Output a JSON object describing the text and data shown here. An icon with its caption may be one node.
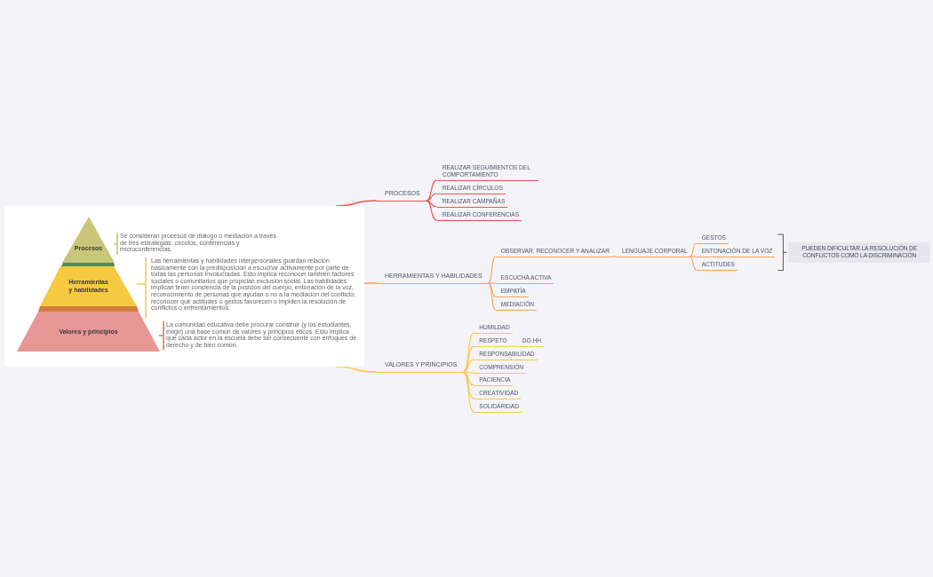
{
  "diagram": {
    "nodes": [
      {
        "text": [],
        "shape": "box"
      },
      {
        "text": [
          "Procesos"
        ],
        "in": 0,
        "beside": [
          "Se consideran procesos de diálogo o mediación a través de tres estrategias: círculos, conferencias y microconferencias."
        ]
      },
      {
        "text": [
          "Herramientas y habilidades"
        ],
        "in": 0
      },
      {
        "text": [
          "Valores y principios"
        ],
        "in": 0,
        "beside": [
          "La comunidad educativa debe procurar construir (y los estudiantes, exigir) una base común de valores y principios éticos. Esto implica que cada actor en la escuela debe ser consecuente con enfoques de derecho y de bien común."
        ]
      },
      {
        "text": [
          "PROCESOS"
        ]
      },
      {
        "text": [
          "REALIZAR SEGUIMIENTOS DEL COMPORTAMIENTO"
        ]
      },
      {
        "text": [
          "REALIZAR CÍRCULOS"
        ]
      },
      {
        "text": [
          "REALIZAR CAMPAÑAS"
        ]
      },
      {
        "text": [
          "REALIZAR CONFERENCIAS"
        ]
      },
      {
        "text": [
          "HERRAMIENTAS Y HABILIDADES"
        ]
      },
      {
        "text": [
          "OBSERVAR, RECONOCER Y ANALIZAR"
        ]
      },
      {
        "text": [
          "LENGUAJE CORPORAL"
        ]
      },
      {
        "text": [
          "GESTOS"
        ]
      },
      {
        "text": [
          "ENTONACIÓN DE LA VOZ"
        ]
      },
      {
        "text": [
          "ACTITUDES"
        ]
      },
      {
        "text": [
          "PUEDEN DIFICULTAR LA RESOLUCIÓN DE CONFLICTOS COMO LA DISCRIMINACIÓN"
        ]
      },
      {
        "text": [
          "ESCUCHA ACTIVA"
        ]
      },
      {
        "text": [
          "EMPATÍA"
        ]
      },
      {
        "text": [
          "MEDIACIÓN"
        ]
      },
      {
        "text": [
          "VALORES Y PRINCIPIOS"
        ]
      },
      {
        "text": [
          "HUMILDAD"
        ]
      },
      {
        "text": [
          "RESPETO"
        ]
      },
      {
        "text": [
          "DO.HH"
        ]
      },
      {
        "text": [
          "RESPONSABILIDAD"
        ]
      },
      {
        "text": [
          "COMPRENSIÓN"
        ]
      },
      {
        "text": [
          "PACIENCIA"
        ]
      },
      {
        "text": [
          "CREATIVIDAD"
        ]
      },
      {
        "text": [
          "SOLIDARIDAD"
        ]
      }
    ],
    "edges": [
      {
        "from": 0,
        "to": 4,
        "arrow": "none",
        "color": "#f0524b"
      },
      {
        "from": 4,
        "to": 5,
        "arrow": "none",
        "color": "#f0524b"
      },
      {
        "from": 4,
        "to": 6,
        "arrow": "none",
        "color": "#f0524b"
      },
      {
        "from": 4,
        "to": 7,
        "arrow": "none",
        "color": "#f0524b"
      },
      {
        "from": 4,
        "to": 8,
        "arrow": "none",
        "color": "#f0524b"
      },
      {
        "from": 0,
        "to": 9,
        "arrow": "none",
        "color": "#f7a254"
      },
      {
        "from": 9,
        "to": 10,
        "arrow": "none",
        "color": "#f7a254"
      },
      {
        "from": 10,
        "to": 11,
        "arrow": "none",
        "color": "#f7a254"
      },
      {
        "from": 11,
        "to": 12,
        "arrow": "none",
        "color": "#f7a254"
      },
      {
        "from": 11,
        "to": 13,
        "arrow": "none",
        "color": "#f7a254"
      },
      {
        "from": 11,
        "to": 14,
        "arrow": "none",
        "color": "#f7a254"
      },
      {
        "from": 9,
        "to": 16,
        "arrow": "none",
        "color": "#f7a254"
      },
      {
        "from": 9,
        "to": 17,
        "arrow": "none",
        "color": "#f7a254"
      },
      {
        "from": 9,
        "to": 18,
        "arrow": "none",
        "color": "#f7a254"
      },
      {
        "from": 0,
        "to": 19,
        "arrow": "none",
        "color": "#f9c846"
      },
      {
        "from": 19,
        "to": 20,
        "arrow": "none",
        "color": "#f9c846"
      },
      {
        "from": 19,
        "to": 21,
        "arrow": "none",
        "color": "#f9c846"
      },
      {
        "from": 21,
        "to": 22,
        "arrow": "none",
        "color": "#f9c846"
      },
      {
        "from": 19,
        "to": 23,
        "arrow": "none",
        "color": "#f9c846"
      },
      {
        "from": 19,
        "to": 24,
        "arrow": "none",
        "color": "#f9c846"
      },
      {
        "from": 19,
        "to": 25,
        "arrow": "none",
        "color": "#f9c846"
      },
      {
        "from": 19,
        "to": 26,
        "arrow": "none",
        "color": "#f9c846"
      },
      {
        "from": 19,
        "to": 27,
        "arrow": "none",
        "color": "#f9c846"
      }
    ],
    "labels": [
      "Las herramientas y habilidades interpersonales guardan relación básicamente con la predisposición a escuchar activamente por parte de todas las personas involucradas. Esto implica reconocer también factores sociales o comunitarios que propician exclusión social. Las habilidades implican tener conciencia de la posición del cuerpo, entonación de la voz, reconocimiento de personas que ayudan o no a la mediación del conflicto; reconocer qué actitudes o gestos favorecen o impiden la resolución de conflictos o enfrentamientos."
    ]
  }
}
